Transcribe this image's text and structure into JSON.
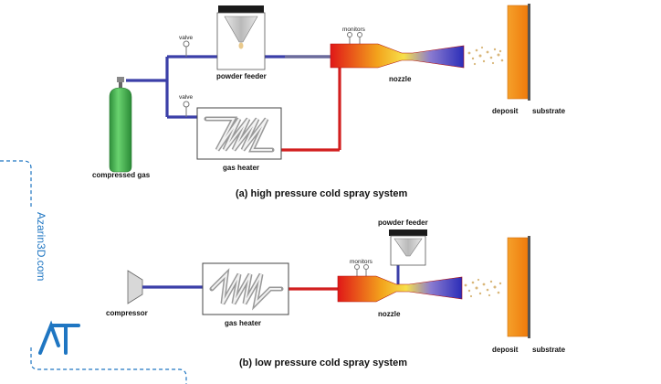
{
  "watermark": {
    "text": "Azarin3D.com",
    "color": "#1f76c2",
    "logo_icon": "azarin3d-logo-icon"
  },
  "system_a": {
    "caption": "(a) high pressure cold spray system",
    "labels": {
      "valve_top": "valve",
      "valve_bottom": "valve",
      "powder_feeder": "powder feeder",
      "monitors": "monitors",
      "nozzle": "nozzle",
      "deposit": "deposit",
      "substrate": "substrate",
      "compressed_gas": "compressed gas",
      "gas_heater": "gas heater"
    }
  },
  "system_b": {
    "caption": "(b) low pressure cold spray system",
    "labels": {
      "powder_feeder": "powder feeder",
      "monitors": "monitors",
      "compressor": "compressor",
      "gas_heater": "gas heater",
      "nozzle": "nozzle",
      "deposit": "deposit",
      "substrate": "substrate"
    }
  },
  "colors": {
    "cold_line": "#3b3fa8",
    "hot_line": "#d21f1f",
    "gas_cylinder": "#3aa94a",
    "deposit": "#f28a12",
    "feeder_cap": "#1a1a1a"
  }
}
